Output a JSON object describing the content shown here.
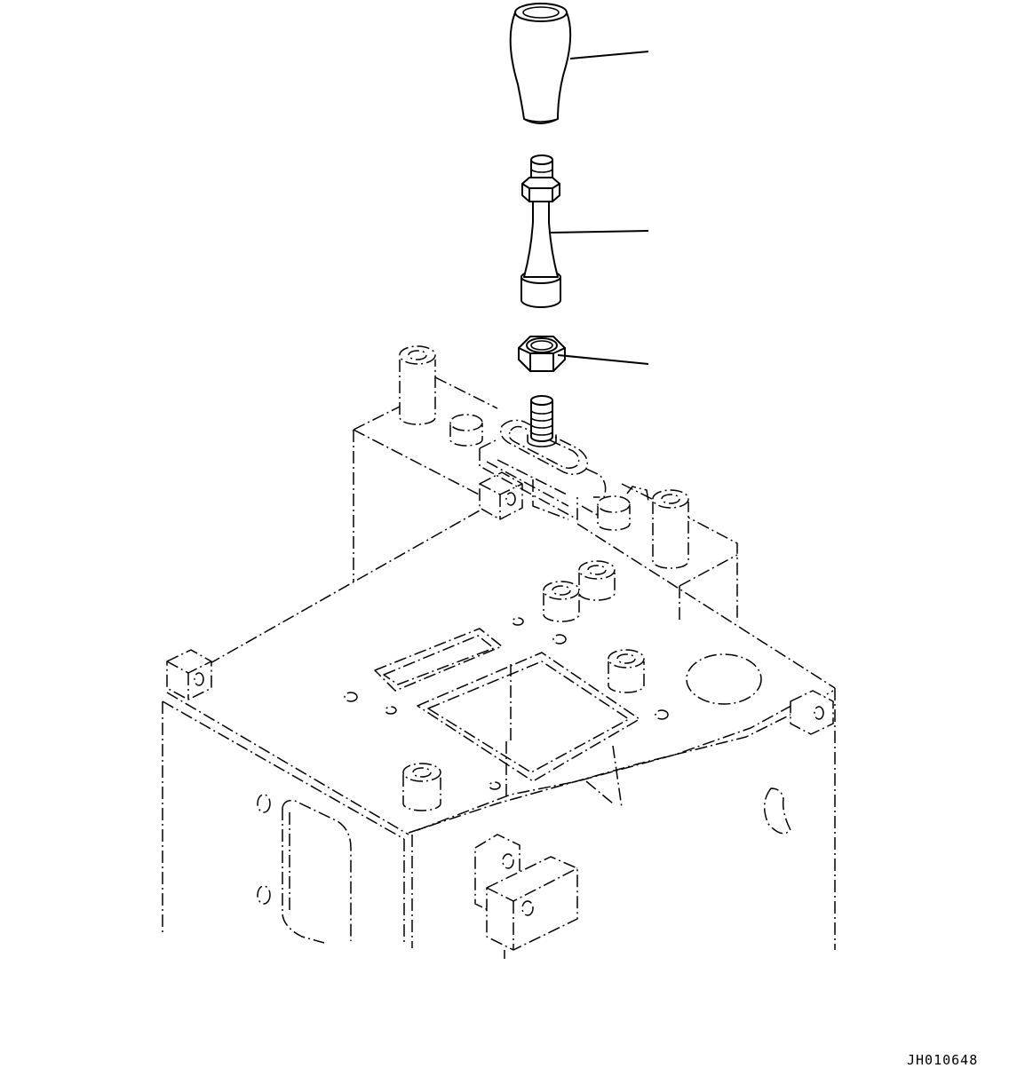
{
  "drawing": {
    "number": "JH010648",
    "colors": {
      "line": "#000000",
      "background": "#ffffff"
    }
  },
  "parts": [
    {
      "id": "knob",
      "icon": "lever-knob-icon"
    },
    {
      "id": "lever",
      "icon": "lever-shaft-icon"
    },
    {
      "id": "nut",
      "icon": "hex-nut-icon"
    }
  ]
}
